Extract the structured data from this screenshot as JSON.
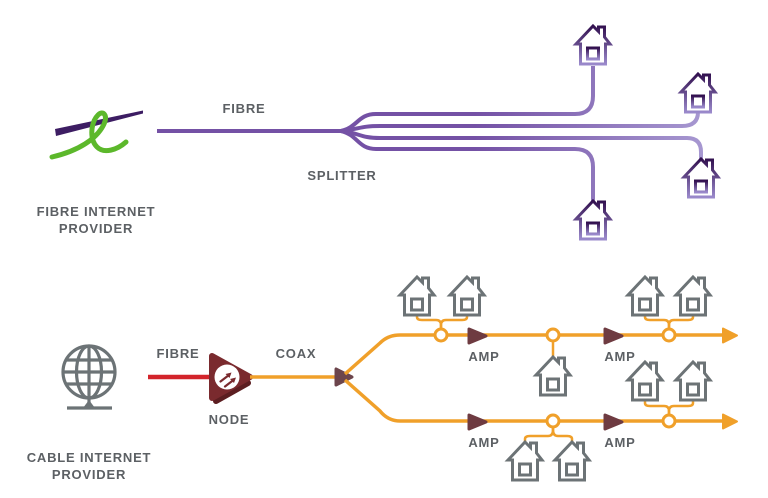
{
  "page": {
    "background": "#ffffff",
    "description": "Diagram comparing fibre internet distribution (splitter to homes) with cable internet distribution (node, coax, amps, taps to homes)"
  },
  "colors": {
    "page_bg": "#ffffff",
    "text_gray": "#5C6064",
    "purple_line": "#7451A5",
    "purple_line_light": "#AFA3D8",
    "purple_house_dark": "#32104F",
    "purple_house_light": "#9A89CB",
    "brand_purple": "#3D1D63",
    "brand_green": "#5CB82B",
    "red": "#D3242B",
    "orange": "#F0A02A",
    "node_maroon": "#7A2A2E",
    "node_maroon_dark": "#5C1E21",
    "amp_maroon": "#6E3B41",
    "splitter_maroon": "#6C454C",
    "house_gray": "#6C7376"
  },
  "fibre_section": {
    "provider_label": "FIBRE INTERNET PROVIDER",
    "fibre_label": "FIBRE",
    "splitter_label": "SPLITTER",
    "homes_served": 4,
    "icons": [
      "fibre-provider-logo",
      "house-icon"
    ]
  },
  "cable_section": {
    "provider_label": "CABLE INTERNET PROVIDER",
    "fibre_label": "FIBRE",
    "node_label": "NODE",
    "coax_label": "COAX",
    "amp_label": "AMP",
    "amp_count": 4,
    "homes_served": 9,
    "icons": [
      "globe-icon",
      "node-icon",
      "coax-splitter-icon",
      "amp-icon",
      "tap-icon",
      "house-icon",
      "arrow-icon"
    ]
  }
}
